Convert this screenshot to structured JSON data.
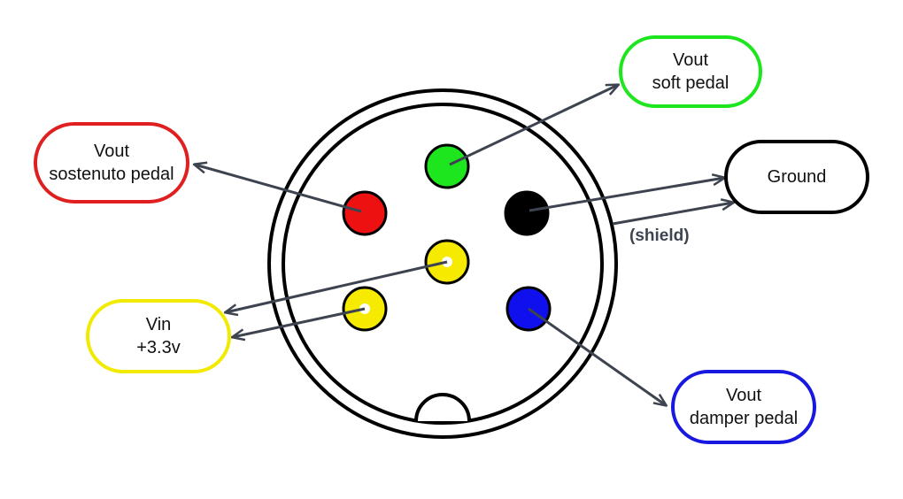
{
  "labels": {
    "soft": {
      "line1": "Vout",
      "line2": "soft pedal",
      "color": "#1ee61e"
    },
    "sostenuto": {
      "line1": "Vout",
      "line2": "sostenuto pedal",
      "color": "#e02020"
    },
    "ground": {
      "line1": "Ground",
      "color": "#000000"
    },
    "vin": {
      "line1": "Vin",
      "line2": "+3.3v",
      "color": "#f2ea00"
    },
    "damper": {
      "line1": "Vout",
      "line2": "damper pedal",
      "color": "#1818e0"
    }
  },
  "shield_label": "(shield)",
  "pin_colors": {
    "green": "#1ee61e",
    "red": "#ee1111",
    "black": "#000000",
    "yellow": "#f5ea00",
    "blue": "#1010ee"
  },
  "arrow_color": "#3d4450"
}
